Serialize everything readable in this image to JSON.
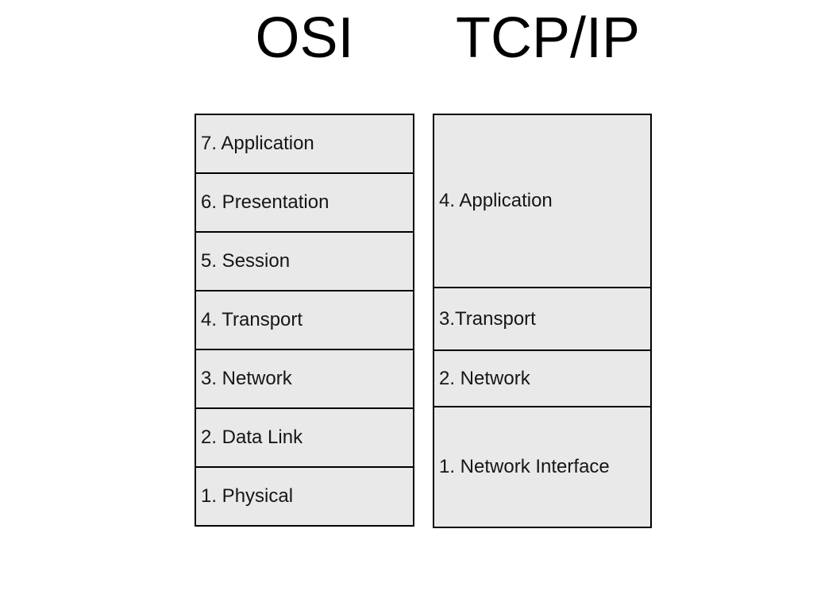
{
  "titles": {
    "osi": "OSI",
    "tcpip": "TCP/IP"
  },
  "osi_stack": {
    "layers": [
      "7. Application",
      "6. Presentation",
      "5. Session",
      "4. Transport",
      "3. Network",
      "2. Data Link",
      "1. Physical"
    ]
  },
  "tcpip_stack": {
    "layers": [
      "4. Application",
      "3.Transport",
      "2. Network",
      "1. Network Interface"
    ]
  },
  "colors": {
    "background": "#ffffff",
    "box_fill": "#e9e9e9",
    "box_border": "#000000",
    "layer_text": "#161616",
    "title_text": "#000000"
  }
}
